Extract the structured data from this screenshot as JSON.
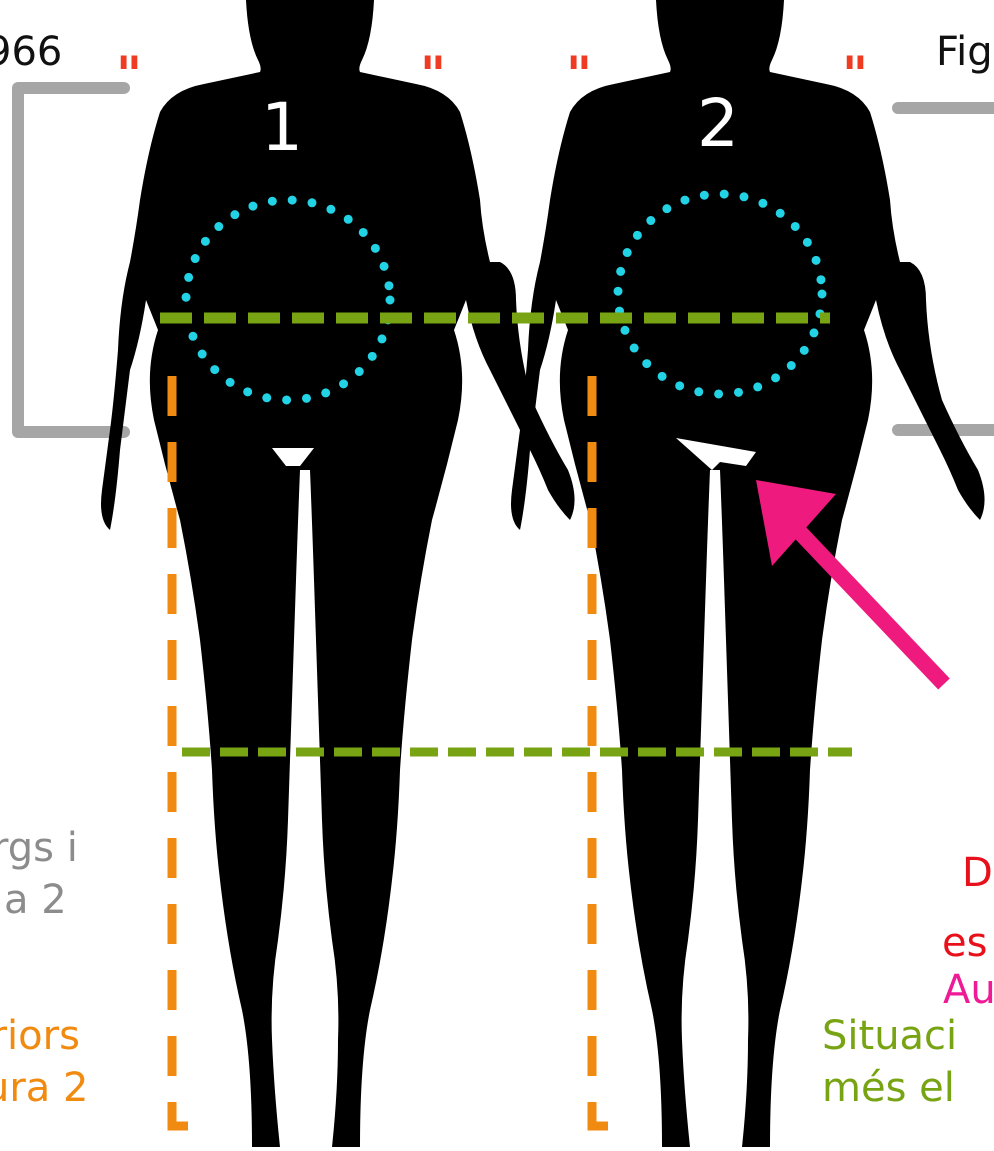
{
  "header": {
    "year_fragment": "966",
    "figure_fragment": "Fig",
    "figure_numbers": [
      "1",
      "2"
    ],
    "quote_marks": [
      "\"",
      "\"",
      "\"",
      "\""
    ]
  },
  "legend": {
    "grey_text": [
      "rgs i",
      "a 2"
    ],
    "orange_text": [
      "eriors",
      "ura 2"
    ],
    "red_text": [
      "D",
      "es"
    ],
    "magenta_text": "Au",
    "green_text": [
      "Situaci",
      "més el"
    ]
  },
  "colors": {
    "silhouette": "#000000",
    "dotted_circle": "#22d3e6",
    "green_dashes": "#78a414",
    "orange_dashes": "#f18a10",
    "grey_brackets": "#a6a6a6",
    "quote_marks": "#ee3b22",
    "arrow": "#ee1a7d"
  }
}
